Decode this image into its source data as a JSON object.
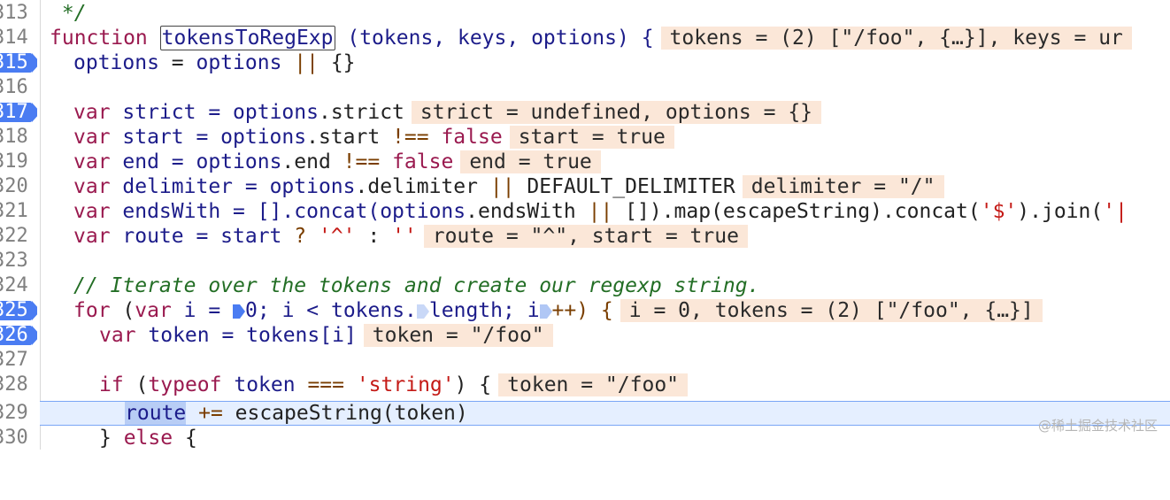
{
  "editor": {
    "lines": [
      {
        "n": "313",
        "bp": false
      },
      {
        "n": "314",
        "bp": false
      },
      {
        "n": "315",
        "bp": true
      },
      {
        "n": "316",
        "bp": false
      },
      {
        "n": "317",
        "bp": true
      },
      {
        "n": "318",
        "bp": false
      },
      {
        "n": "319",
        "bp": false
      },
      {
        "n": "320",
        "bp": false
      },
      {
        "n": "321",
        "bp": false
      },
      {
        "n": "322",
        "bp": false
      },
      {
        "n": "323",
        "bp": false
      },
      {
        "n": "324",
        "bp": false
      },
      {
        "n": "325",
        "bp": true
      },
      {
        "n": "326",
        "bp": true
      },
      {
        "n": "327",
        "bp": false
      },
      {
        "n": "328",
        "bp": false
      },
      {
        "n": "329",
        "bp": false
      },
      {
        "n": "330",
        "bp": false
      }
    ],
    "t": {
      "l313": " */",
      "l314_kw": "function",
      "l314_fn": "tokensToRegExp",
      "l314_args": " (tokens, keys, options) {",
      "l314_hint": "tokens = (2) [\"/foo\", {…}], keys = ur",
      "l315_a": "options",
      "l315_b": " = ",
      "l315_c": "options",
      "l315_d": " || ",
      "l315_e": "{}",
      "l317_kw": "var",
      "l317_a": " strict = ",
      "l317_b": "options",
      "l317_c": ".strict",
      "l317_hint": "strict = undefined, options = {}",
      "l318_kw": "var",
      "l318_a": " start = ",
      "l318_b": "options",
      "l318_c": ".start ",
      "l318_op": "!==",
      "l318_kw2": " false",
      "l318_hint": "start = true",
      "l319_kw": "var",
      "l319_a": " end = ",
      "l319_b": "options",
      "l319_c": ".end ",
      "l319_op": "!==",
      "l319_kw2": " false",
      "l319_hint": "end = true",
      "l320_kw": "var",
      "l320_a": " delimiter = ",
      "l320_b": "options",
      "l320_c": ".delimiter ",
      "l320_op": "||",
      "l320_d": " DEFAULT_DELIMITER",
      "l320_hint": "delimiter = \"/\"",
      "l321_kw": "var",
      "l321_a": " endsWith = [].concat(",
      "l321_b": "options",
      "l321_c": ".endsWith ",
      "l321_op": "||",
      "l321_d": " []).map(escapeString).concat(",
      "l321_s1": "'$'",
      "l321_e": ").join(",
      "l321_s2": "'|",
      "l322_kw": "var",
      "l322_a": " route = start ",
      "l322_op": "?",
      "l322_s1": " '^'",
      "l322_b": " : ",
      "l322_s2": "''",
      "l322_hint": "route = \"^\", start = true",
      "l324": "// Iterate over the tokens and create our regexp string.",
      "l325_kw": "for",
      "l325_a": " (",
      "l325_kw2": "var",
      "l325_b": " i = ",
      "l325_c": "0; i < tokens.",
      "l325_d": "length; i",
      "l325_e": "++) {",
      "l325_hint": "i = 0, tokens = (2) [\"/foo\", {…}]",
      "l326_kw": "var",
      "l326_a": " token = tokens[i]",
      "l326_hint": "token = \"/foo\"",
      "l328_kw": "if",
      "l328_a": " (",
      "l328_kw2": "typeof",
      "l328_b": " token ",
      "l328_op": "===",
      "l328_s": " 'string'",
      "l328_c": ") {",
      "l328_hint": "token = \"/foo\"",
      "l329_a": "route",
      "l329_op": " +=",
      "l329_b": " escapeString(token)",
      "l330_a": "} ",
      "l330_kw": "else",
      "l330_b": " {"
    }
  },
  "watermark": "@稀土掘金技术社区",
  "colors": {
    "breakpoint": "#4a7cf2",
    "inline_hint_bg": "#fbe7d8",
    "current_line_bg": "#e5efff"
  }
}
